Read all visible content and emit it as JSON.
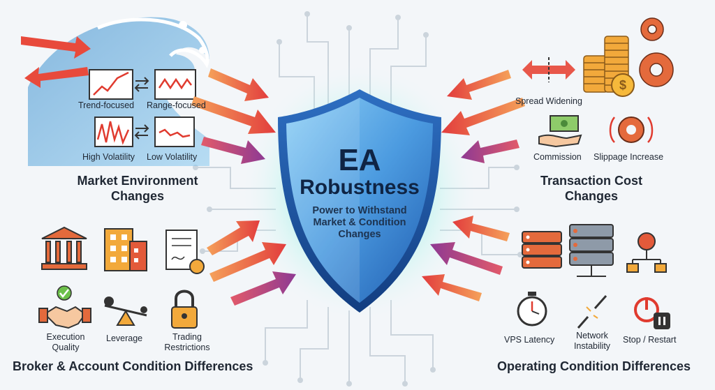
{
  "shield": {
    "title": "EA",
    "subtitle": "Robustness",
    "tagline_1": "Power to Withstand",
    "tagline_2": "Market & Condition",
    "tagline_3": "Changes"
  },
  "market": {
    "heading_1": "Market Environment",
    "heading_2": "Changes",
    "trend": "Trend-focused",
    "range": "Range-focused",
    "high_vol": "High Volatility",
    "low_vol": "Low Volatility"
  },
  "transaction": {
    "heading_1": "Transaction Cost",
    "heading_2": "Changes",
    "spread": "Spread Widening",
    "commission": "Commission",
    "slippage": "Slippage Increase"
  },
  "broker": {
    "heading": "Broker & Account Condition Differences",
    "execution_1": "Execution",
    "execution_2": "Quality",
    "leverage": "Leverage",
    "trading_1": "Trading",
    "trading_2": "Restrictions"
  },
  "operating": {
    "heading": "Operating Condition Differences",
    "vps": "VPS Latency",
    "network_1": "Network",
    "network_2": "Instability",
    "stop": "Stop / Restart"
  },
  "icons": [
    "wave-icon",
    "trend-chart-icon",
    "range-chart-icon",
    "high-volatility-chart-icon",
    "low-volatility-chart-icon",
    "double-arrow-icon",
    "coins-icon",
    "gears-icon",
    "dollar-icon",
    "cash-hand-icon",
    "slippage-gear-icon",
    "bank-icon",
    "building-icon",
    "certificate-icon",
    "handshake-icon",
    "check-icon",
    "seesaw-icon",
    "padlock-icon",
    "server-icon",
    "server-rack-icon",
    "network-icon",
    "stopwatch-icon",
    "broken-cable-icon",
    "power-button-icon"
  ],
  "colors": {
    "arrow_red": "#e8453c",
    "arrow_orange": "#f08a3a",
    "arrow_purple": "#9b3f8f",
    "shield_blue": "#2f7fd6",
    "glow": "#38e0c8"
  }
}
